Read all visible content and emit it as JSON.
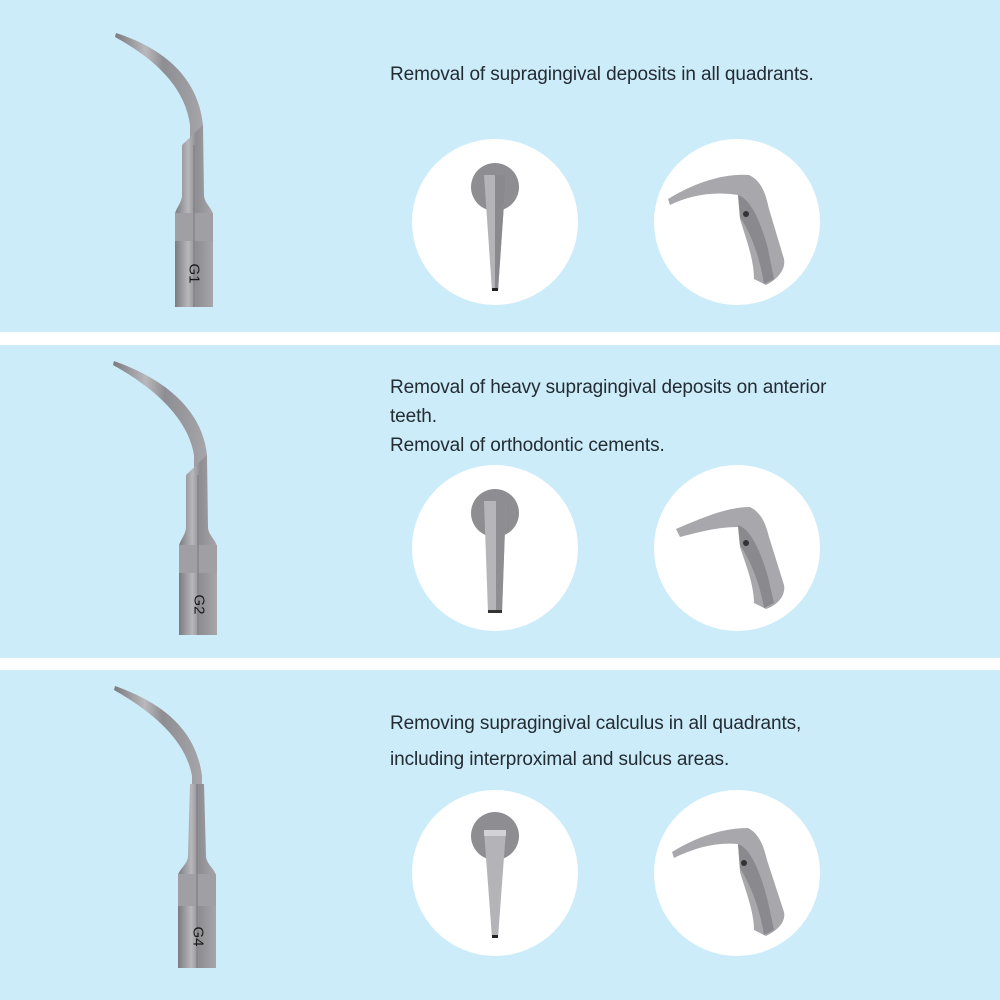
{
  "colors": {
    "panel_background": "#cdecf9",
    "separator": "#ffffff",
    "text": "#232b33",
    "circle_fill": "#ffffff",
    "metal": "#9a9a9e"
  },
  "panels": [
    {
      "tip_label": "G1",
      "description": [
        "Removal of supragingival deposits in all quadrants."
      ],
      "front_view": "pointed-conical-tip",
      "side_view": "curved-pointed-tip"
    },
    {
      "tip_label": "G2",
      "description": [
        "Removal of heavy supragingival deposits on anterior",
        "teeth.",
        "Removal of orthodontic cements."
      ],
      "front_view": "flat-chisel-tip",
      "side_view": "curved-flat-tip"
    },
    {
      "tip_label": "G4",
      "description": [
        "Removing supragingival calculus in all quadrants,",
        "including interproximal and sulcus areas."
      ],
      "front_view": "thin-pointed-tip",
      "side_view": "curved-thin-tip"
    }
  ]
}
